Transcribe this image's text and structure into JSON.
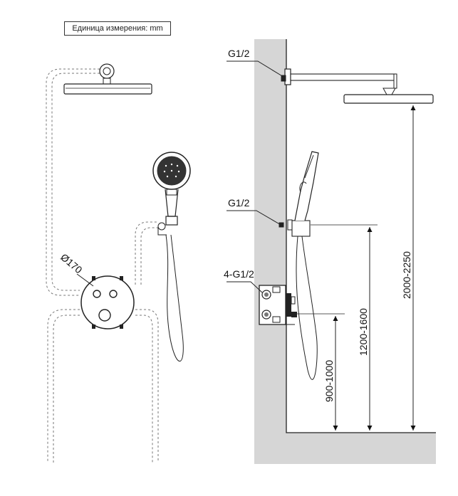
{
  "unit_note": "Единица измерения: mm",
  "front_view": {
    "diameter_label": "Ø170"
  },
  "side_view": {
    "connection_top": "G1/2",
    "connection_middle": "G1/2",
    "connection_mixer": "4-G1/2",
    "dim_shower_head": "2000-2250",
    "dim_hand_holder": "1200-1600",
    "dim_mixer": "900-1000"
  },
  "colors": {
    "line": "#222222",
    "wall_fill": "#d6d6d6",
    "dashed": "#666666"
  }
}
